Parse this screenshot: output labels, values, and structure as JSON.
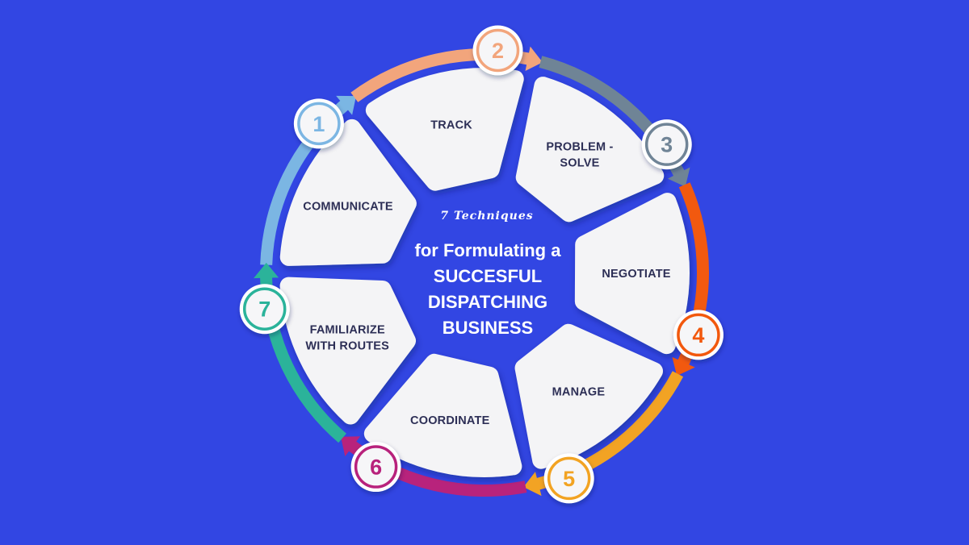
{
  "center": {
    "subtitle": "7 Techniques",
    "lines": [
      "for Formulating a",
      "SUCCESFUL",
      "DISPATCHING",
      "BUSINESS"
    ]
  },
  "steps": [
    {
      "number": "1",
      "label_lines": [
        "COMMUNICATE"
      ],
      "color": "#7bb6e3"
    },
    {
      "number": "2",
      "label_lines": [
        "TRACK"
      ],
      "color": "#f2a57c"
    },
    {
      "number": "3",
      "label_lines": [
        "PROBLEM -",
        "SOLVE"
      ],
      "color": "#6f8496"
    },
    {
      "number": "4",
      "label_lines": [
        "NEGOTIATE"
      ],
      "color": "#f2590f"
    },
    {
      "number": "5",
      "label_lines": [
        "MANAGE"
      ],
      "color": "#f2a324"
    },
    {
      "number": "6",
      "label_lines": [
        "COORDINATE"
      ],
      "color": "#b8237c"
    },
    {
      "number": "7",
      "label_lines": [
        "FAMILIARIZE",
        "WITH ROUTES"
      ],
      "color": "#2bb39a"
    }
  ],
  "colors": {
    "background": "#3246e3",
    "card": "#f4f4f6",
    "label_text": "#2d2f56"
  }
}
